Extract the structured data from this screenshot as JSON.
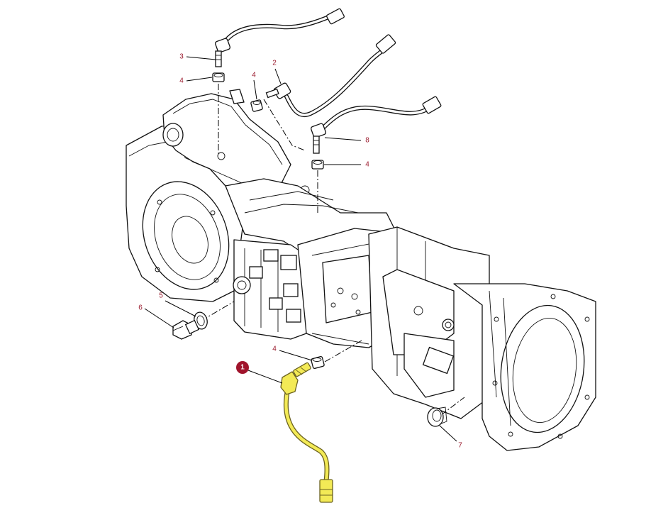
{
  "callouts": [
    {
      "id": "c1",
      "label": "1",
      "highlighted": true
    },
    {
      "id": "c2",
      "label": "2"
    },
    {
      "id": "c3",
      "label": "3"
    },
    {
      "id": "c4a",
      "label": "4"
    },
    {
      "id": "c4b",
      "label": "4"
    },
    {
      "id": "c4c",
      "label": "4"
    },
    {
      "id": "c4d",
      "label": "4"
    },
    {
      "id": "c5",
      "label": "5"
    },
    {
      "id": "c6",
      "label": "6"
    },
    {
      "id": "c7",
      "label": "7"
    },
    {
      "id": "c8",
      "label": "8"
    }
  ],
  "colors": {
    "callout_text": "#9b1b2e",
    "callout_highlight_fill": "#a0142c",
    "highlight_part": "#f3ea56",
    "line_art": "#111111",
    "background": "#ffffff"
  },
  "highlighted_part": "sensor-harness-1"
}
